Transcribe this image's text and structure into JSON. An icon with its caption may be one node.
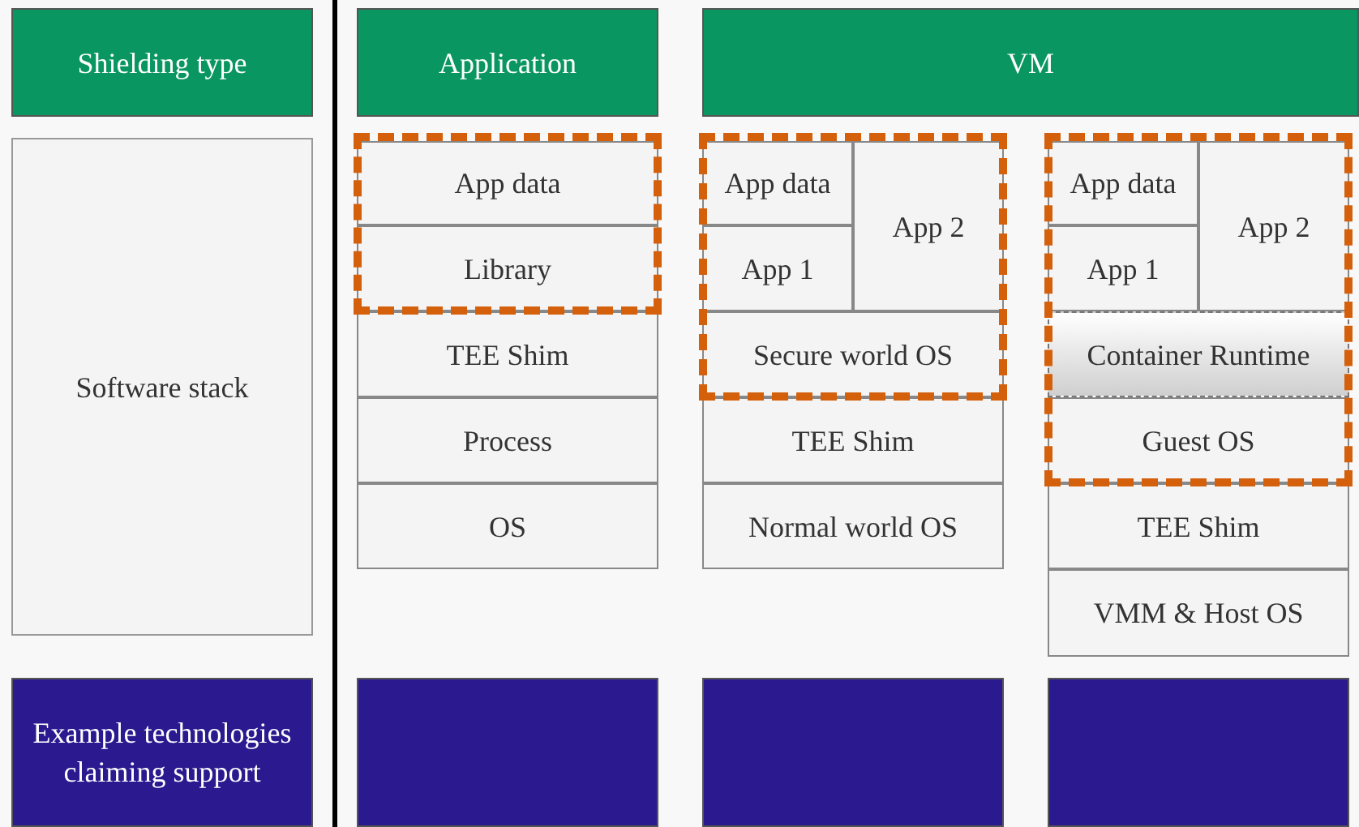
{
  "diagram": {
    "nodes": [
      {
        "text": [
          "Shielding type"
        ]
      },
      {
        "text": [
          "Application"
        ]
      },
      {
        "text": [
          "VM"
        ]
      },
      {
        "text": [
          "Software stack"
        ]
      },
      {
        "text": [
          "App data"
        ]
      },
      {
        "text": [
          "Library"
        ]
      },
      {
        "text": [
          "TEE Shim"
        ]
      },
      {
        "text": [
          "Process"
        ]
      },
      {
        "text": [
          "OS"
        ]
      },
      {
        "text": [
          "App data"
        ]
      },
      {
        "text": [
          "App 2"
        ]
      },
      {
        "text": [
          "App 1"
        ]
      },
      {
        "text": [
          "Secure world OS"
        ]
      },
      {
        "text": [
          "TEE Shim"
        ]
      },
      {
        "text": [
          "Normal world OS"
        ]
      },
      {
        "text": [
          "App data"
        ]
      },
      {
        "text": [
          "App 2"
        ]
      },
      {
        "text": [
          "App 1"
        ]
      },
      {
        "text": [
          "Container Runtime"
        ]
      },
      {
        "text": [
          "Guest OS"
        ]
      },
      {
        "text": [
          "TEE Shim"
        ]
      },
      {
        "text": [
          "VMM & Host OS"
        ]
      },
      {
        "text": [
          "Example technologies claiming support"
        ]
      },
      {
        "text": [],
        "shape": "box"
      },
      {
        "text": [],
        "shape": "box"
      },
      {
        "text": [],
        "shape": "box"
      }
    ]
  }
}
